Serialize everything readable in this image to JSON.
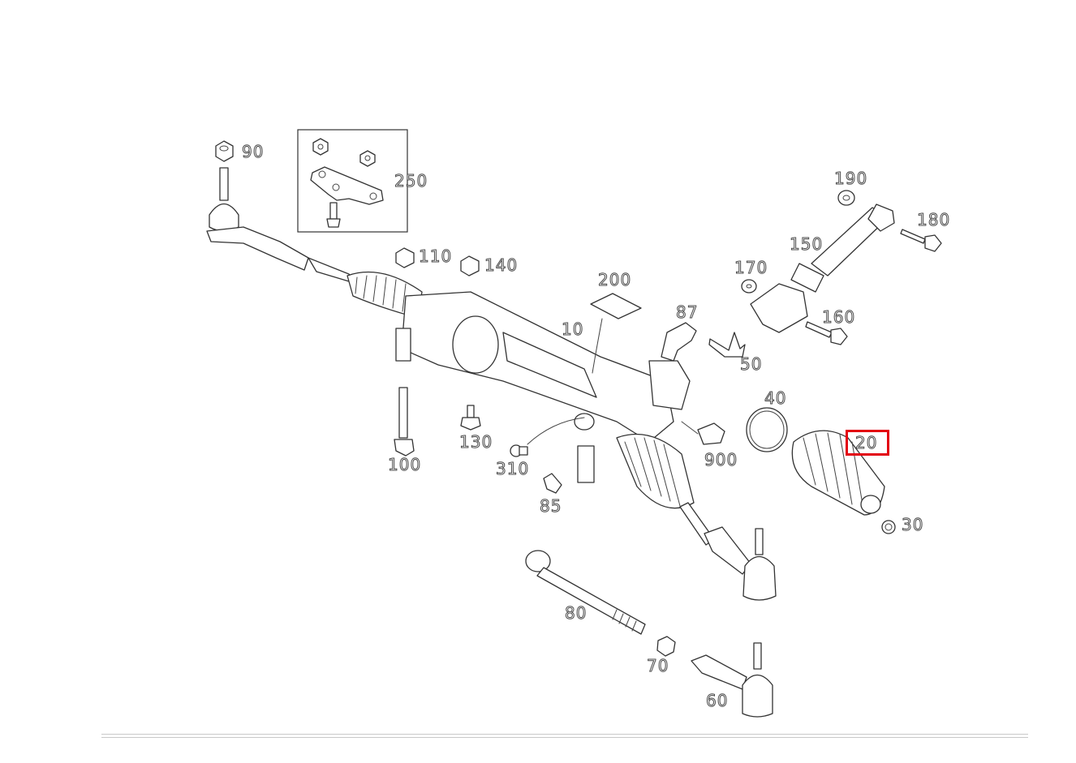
{
  "diagram": {
    "labels": {
      "p90": "90",
      "p250": "250",
      "p110": "110",
      "p140": "140",
      "p200": "200",
      "p10": "10",
      "p87": "87",
      "p190": "190",
      "p180": "180",
      "p150": "150",
      "p170": "170",
      "p160": "160",
      "p50": "50",
      "p40": "40",
      "p20": "20",
      "p30": "30",
      "p900": "900",
      "p100": "100",
      "p130": "130",
      "p310": "310",
      "p85": "85",
      "p80": "80",
      "p70": "70",
      "p60": "60"
    },
    "highlighted_part": "20",
    "highlight_color": "#e3000f"
  }
}
